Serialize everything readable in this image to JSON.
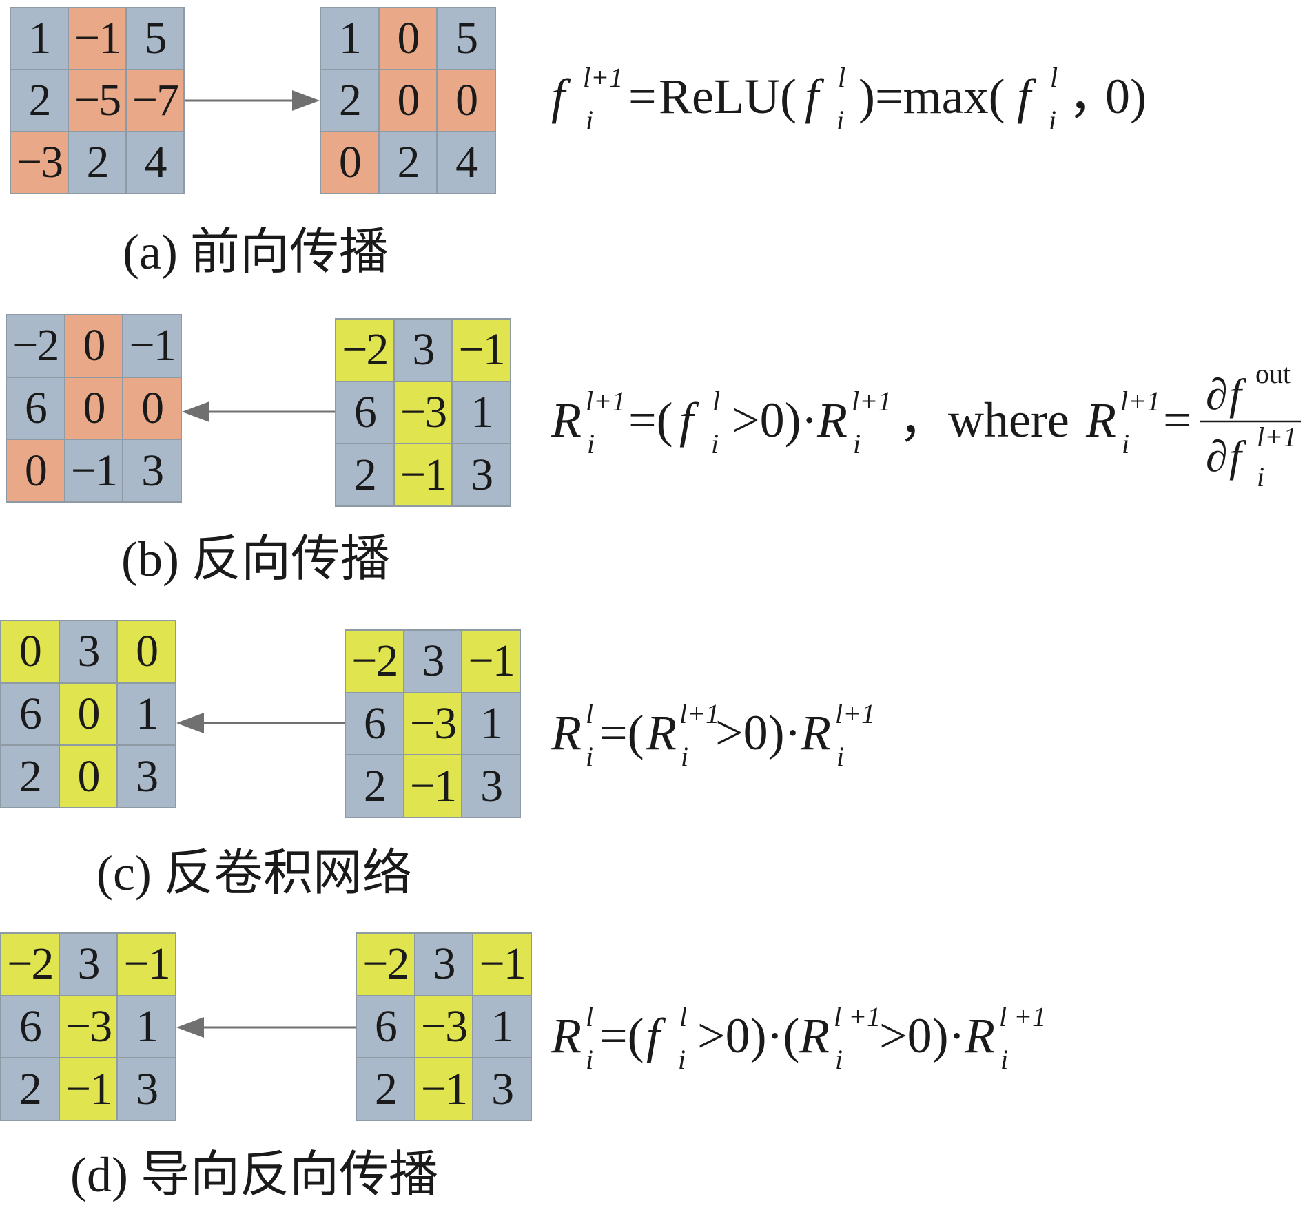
{
  "colors": {
    "gray": "#a9b9ca",
    "orange": "#e9a888",
    "yellow": "#e0e44f",
    "arrow": "#707070"
  },
  "panels": {
    "a": {
      "caption": "(a) 前向传播",
      "left_grid": [
        {
          "v": "1",
          "c": "g"
        },
        {
          "v": "−1",
          "c": "o"
        },
        {
          "v": "5",
          "c": "g"
        },
        {
          "v": "2",
          "c": "g"
        },
        {
          "v": "−5",
          "c": "o"
        },
        {
          "v": "−7",
          "c": "o"
        },
        {
          "v": "−3",
          "c": "o"
        },
        {
          "v": "2",
          "c": "g"
        },
        {
          "v": "4",
          "c": "g"
        }
      ],
      "right_grid": [
        {
          "v": "1",
          "c": "g"
        },
        {
          "v": "0",
          "c": "o"
        },
        {
          "v": "5",
          "c": "g"
        },
        {
          "v": "2",
          "c": "g"
        },
        {
          "v": "0",
          "c": "o"
        },
        {
          "v": "0",
          "c": "o"
        },
        {
          "v": "0",
          "c": "o"
        },
        {
          "v": "2",
          "c": "g"
        },
        {
          "v": "4",
          "c": "g"
        }
      ],
      "arrow": "right",
      "formula": {
        "f": "f",
        "i": "i",
        "l": "l",
        "lp1": "l+1",
        "eq": "=",
        "relu": "ReLU(",
        "close": ")",
        "max": "=max(",
        "comma": "，",
        "zero_close": "0)"
      }
    },
    "b": {
      "caption": "(b) 反向传播",
      "left_grid": [
        {
          "v": "−2",
          "c": "g"
        },
        {
          "v": "0",
          "c": "o"
        },
        {
          "v": "−1",
          "c": "g"
        },
        {
          "v": "6",
          "c": "g"
        },
        {
          "v": "0",
          "c": "o"
        },
        {
          "v": "0",
          "c": "o"
        },
        {
          "v": "0",
          "c": "o"
        },
        {
          "v": "−1",
          "c": "g"
        },
        {
          "v": "3",
          "c": "g"
        }
      ],
      "right_grid": [
        {
          "v": "−2",
          "c": "y"
        },
        {
          "v": "3",
          "c": "g"
        },
        {
          "v": "−1",
          "c": "y"
        },
        {
          "v": "6",
          "c": "g"
        },
        {
          "v": "−3",
          "c": "y"
        },
        {
          "v": "1",
          "c": "g"
        },
        {
          "v": "2",
          "c": "g"
        },
        {
          "v": "−1",
          "c": "y"
        },
        {
          "v": "3",
          "c": "g"
        }
      ],
      "arrow": "left",
      "formula": {
        "R": "R",
        "f": "f",
        "i": "i",
        "l": "l",
        "lp1": "l+1",
        "eq_open": "=(",
        "gt0": ">0)·",
        "comma": "，",
        "where": "where",
        "eq": "=",
        "partial": "∂",
        "out": "out"
      }
    },
    "c": {
      "caption": "(c) 反卷积网络",
      "left_grid": [
        {
          "v": "0",
          "c": "y"
        },
        {
          "v": "3",
          "c": "g"
        },
        {
          "v": "0",
          "c": "y"
        },
        {
          "v": "6",
          "c": "g"
        },
        {
          "v": "0",
          "c": "y"
        },
        {
          "v": "1",
          "c": "g"
        },
        {
          "v": "2",
          "c": "g"
        },
        {
          "v": "0",
          "c": "y"
        },
        {
          "v": "3",
          "c": "g"
        }
      ],
      "right_grid": [
        {
          "v": "−2",
          "c": "y"
        },
        {
          "v": "3",
          "c": "g"
        },
        {
          "v": "−1",
          "c": "y"
        },
        {
          "v": "6",
          "c": "g"
        },
        {
          "v": "−3",
          "c": "y"
        },
        {
          "v": "1",
          "c": "g"
        },
        {
          "v": "2",
          "c": "g"
        },
        {
          "v": "−1",
          "c": "y"
        },
        {
          "v": "3",
          "c": "g"
        }
      ],
      "arrow": "left",
      "formula": {
        "R": "R",
        "i": "i",
        "l": "l",
        "lp1": "l+1",
        "eq_open": "=(",
        "gt0": ">0)·"
      }
    },
    "d": {
      "caption": "(d) 导向反向传播",
      "left_grid": [
        {
          "v": "−2",
          "c": "y"
        },
        {
          "v": "3",
          "c": "g"
        },
        {
          "v": "−1",
          "c": "y"
        },
        {
          "v": "6",
          "c": "g"
        },
        {
          "v": "−3",
          "c": "y"
        },
        {
          "v": "1",
          "c": "g"
        },
        {
          "v": "2",
          "c": "g"
        },
        {
          "v": "−1",
          "c": "y"
        },
        {
          "v": "3",
          "c": "g"
        }
      ],
      "right_grid": [
        {
          "v": "−2",
          "c": "y"
        },
        {
          "v": "3",
          "c": "g"
        },
        {
          "v": "−1",
          "c": "y"
        },
        {
          "v": "6",
          "c": "g"
        },
        {
          "v": "−3",
          "c": "y"
        },
        {
          "v": "1",
          "c": "g"
        },
        {
          "v": "2",
          "c": "g"
        },
        {
          "v": "−1",
          "c": "y"
        },
        {
          "v": "3",
          "c": "g"
        }
      ],
      "arrow": "left",
      "formula": {
        "R": "R",
        "f": "f",
        "i": "i",
        "l": "l",
        "lp1": "l +1",
        "eq_open": "=(",
        "gt0_dot_open": ">0)·(",
        "gt0_dot": ">0)·"
      }
    }
  }
}
